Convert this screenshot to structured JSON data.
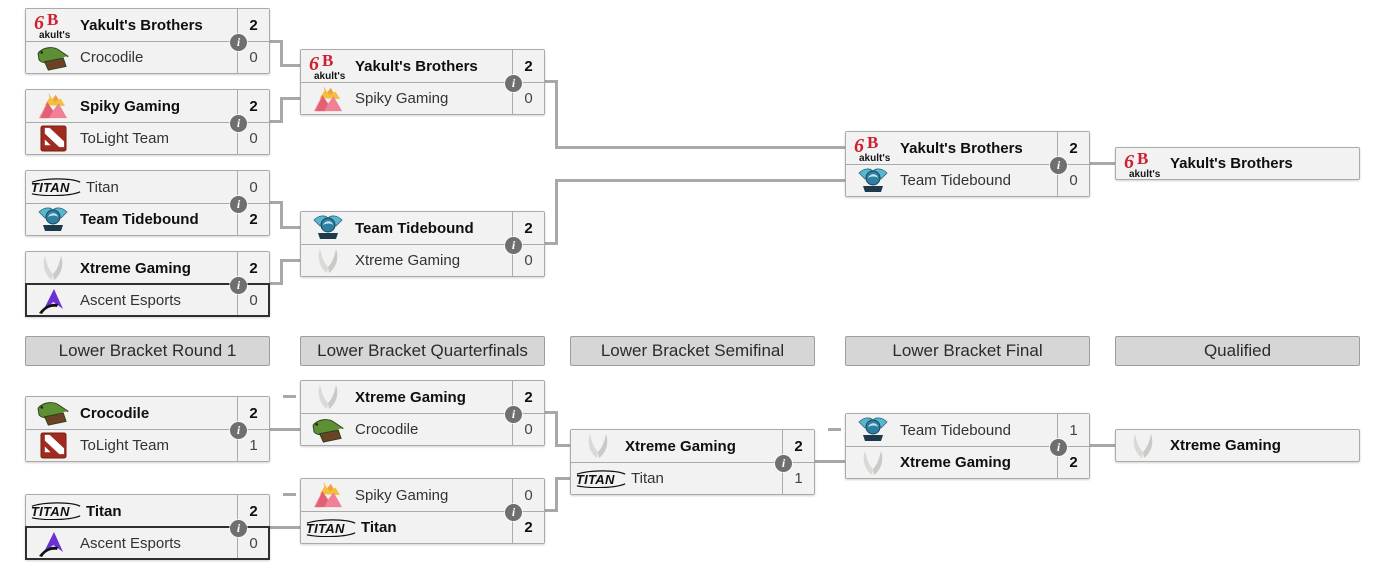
{
  "icons": {
    "info": "i"
  },
  "colors": {
    "row_bg": "#f2f2f2",
    "border": "#aaaaaa",
    "header_bg": "#d6d6d6",
    "connector_line": "#a8a8a8",
    "info_icon_bg": "#6f6f6f",
    "highlight_border": "#2f2f2f",
    "winner_text": "#0f0f0f",
    "loser_text": "#333333"
  },
  "bracket": {
    "headers": [
      "Lower Bracket Round 1",
      "Lower Bracket Quarterfinals",
      "Lower Bracket Semifinal",
      "Lower Bracket Final",
      "Qualified"
    ],
    "upper": {
      "round1": [
        {
          "top": {
            "name": "Yakult's Brothers",
            "score": "2",
            "winner": true,
            "logo": "yakults-brothers-logo"
          },
          "bottom": {
            "name": "Crocodile",
            "score": "0",
            "winner": false,
            "logo": "crocodile-logo"
          }
        },
        {
          "top": {
            "name": "Spiky Gaming",
            "score": "2",
            "winner": true,
            "logo": "spiky-gaming-logo"
          },
          "bottom": {
            "name": "ToLight Team",
            "score": "0",
            "winner": false,
            "logo": "tolight-team-logo"
          }
        },
        {
          "top": {
            "name": "Titan",
            "score": "0",
            "winner": false,
            "logo": "titan-logo"
          },
          "bottom": {
            "name": "Team Tidebound",
            "score": "2",
            "winner": true,
            "logo": "team-tidebound-logo"
          }
        },
        {
          "top": {
            "name": "Xtreme Gaming",
            "score": "2",
            "winner": true,
            "logo": "xtreme-gaming-logo"
          },
          "bottom": {
            "name": "Ascent Esports",
            "score": "0",
            "winner": false,
            "logo": "ascent-esports-logo",
            "highlighted": true
          }
        }
      ],
      "semifinals": [
        {
          "top": {
            "name": "Yakult's Brothers",
            "score": "2",
            "winner": true,
            "logo": "yakults-brothers-logo"
          },
          "bottom": {
            "name": "Spiky Gaming",
            "score": "0",
            "winner": false,
            "logo": "spiky-gaming-logo"
          }
        },
        {
          "top": {
            "name": "Team Tidebound",
            "score": "2",
            "winner": true,
            "logo": "team-tidebound-logo"
          },
          "bottom": {
            "name": "Xtreme Gaming",
            "score": "0",
            "winner": false,
            "logo": "xtreme-gaming-logo"
          }
        }
      ],
      "final": [
        {
          "top": {
            "name": "Yakult's Brothers",
            "score": "2",
            "winner": true,
            "logo": "yakults-brothers-logo"
          },
          "bottom": {
            "name": "Team Tidebound",
            "score": "0",
            "winner": false,
            "logo": "team-tidebound-logo"
          }
        }
      ],
      "qualified": {
        "name": "Yakult's Brothers",
        "logo": "yakults-brothers-logo"
      }
    },
    "lower": {
      "round1": [
        {
          "top": {
            "name": "Crocodile",
            "score": "2",
            "winner": true,
            "logo": "crocodile-logo"
          },
          "bottom": {
            "name": "ToLight Team",
            "score": "1",
            "winner": false,
            "logo": "tolight-team-logo"
          }
        },
        {
          "top": {
            "name": "Titan",
            "score": "2",
            "winner": true,
            "logo": "titan-logo"
          },
          "bottom": {
            "name": "Ascent Esports",
            "score": "0",
            "winner": false,
            "logo": "ascent-esports-logo",
            "highlighted": true
          }
        }
      ],
      "quarterfinals": [
        {
          "top": {
            "name": "Xtreme Gaming",
            "score": "2",
            "winner": true,
            "logo": "xtreme-gaming-logo"
          },
          "bottom": {
            "name": "Crocodile",
            "score": "0",
            "winner": false,
            "logo": "crocodile-logo"
          }
        },
        {
          "top": {
            "name": "Spiky Gaming",
            "score": "0",
            "winner": false,
            "logo": "spiky-gaming-logo"
          },
          "bottom": {
            "name": "Titan",
            "score": "2",
            "winner": true,
            "logo": "titan-logo"
          }
        }
      ],
      "semifinal": [
        {
          "top": {
            "name": "Xtreme Gaming",
            "score": "2",
            "winner": true,
            "logo": "xtreme-gaming-logo"
          },
          "bottom": {
            "name": "Titan",
            "score": "1",
            "winner": false,
            "logo": "titan-logo"
          }
        }
      ],
      "final": [
        {
          "top": {
            "name": "Team Tidebound",
            "score": "1",
            "winner": false,
            "logo": "team-tidebound-logo"
          },
          "bottom": {
            "name": "Xtreme Gaming",
            "score": "2",
            "winner": true,
            "logo": "xtreme-gaming-logo"
          }
        }
      ],
      "qualified": {
        "name": "Xtreme Gaming",
        "logo": "xtreme-gaming-logo"
      }
    }
  }
}
